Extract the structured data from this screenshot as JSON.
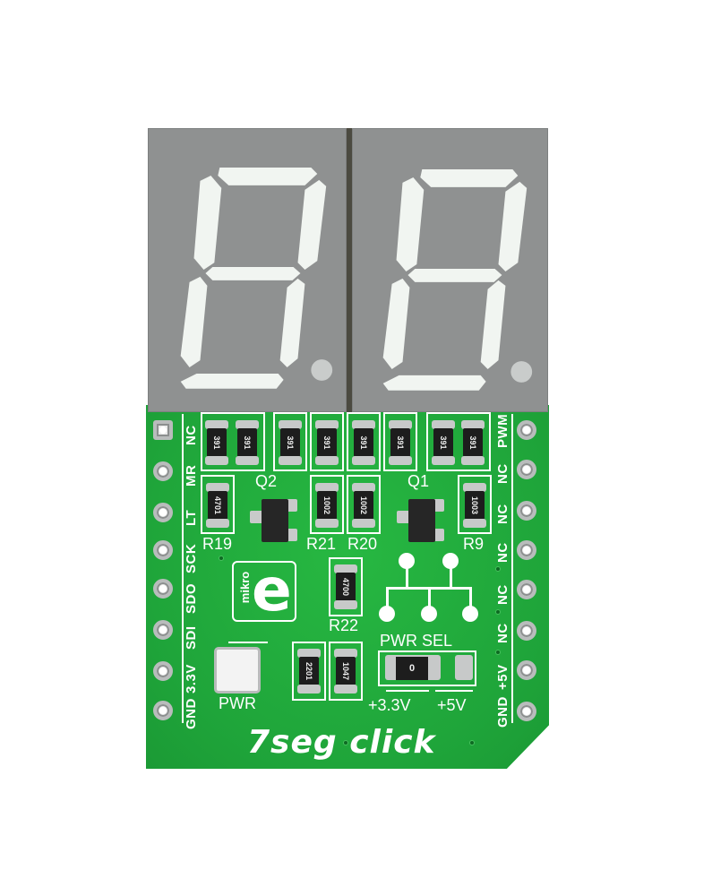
{
  "product": {
    "title": "7seg click",
    "type": "PCB add-on board photograph",
    "brand_logo_text": "mikro",
    "brand_logo_letter": "e"
  },
  "displays": [
    {
      "id": "left",
      "digit_segments_lit": "all",
      "decimal_point": true,
      "color": "#8f9191",
      "segment_color": "#f0f4f0"
    },
    {
      "id": "right",
      "digit_segments_lit": "all",
      "decimal_point": true,
      "color": "#8f9191",
      "segment_color": "#f0f4f0"
    }
  ],
  "pins_left": [
    "NC",
    "MR",
    "LT",
    "SCK",
    "SDO",
    "SDI",
    "3.3V",
    "GND"
  ],
  "pins_right": [
    "PWM",
    "NC",
    "NC",
    "NC",
    "NC",
    "NC",
    "+5V",
    "GND"
  ],
  "resistors_top_row": [
    "391",
    "391",
    "391",
    "391",
    "391",
    "391",
    "391",
    "391"
  ],
  "components": {
    "R19": {
      "label": "R19",
      "code": "4701"
    },
    "R21": {
      "label": "R21",
      "code": "1002"
    },
    "R20": {
      "label": "R20",
      "code": "1002"
    },
    "R9": {
      "label": "R9",
      "code": "1003"
    },
    "R22": {
      "label": "R22",
      "code": "4700"
    },
    "R_pwr": {
      "code": "2201"
    },
    "R_bottom": {
      "code": "1047"
    },
    "jumper": {
      "code": "0"
    },
    "Q1": {
      "label": "Q1"
    },
    "Q2": {
      "label": "Q2"
    }
  },
  "silkscreen": {
    "pwr_led_label": "PWR",
    "pwr_sel_label": "PWR SEL",
    "v33_label": "+3.3V",
    "v5_label": "+5V"
  },
  "colors": {
    "pcb_green": "#1fae3a",
    "silkscreen": "#ffffff",
    "display_gray": "#8f9191",
    "background": "#ffffff"
  }
}
